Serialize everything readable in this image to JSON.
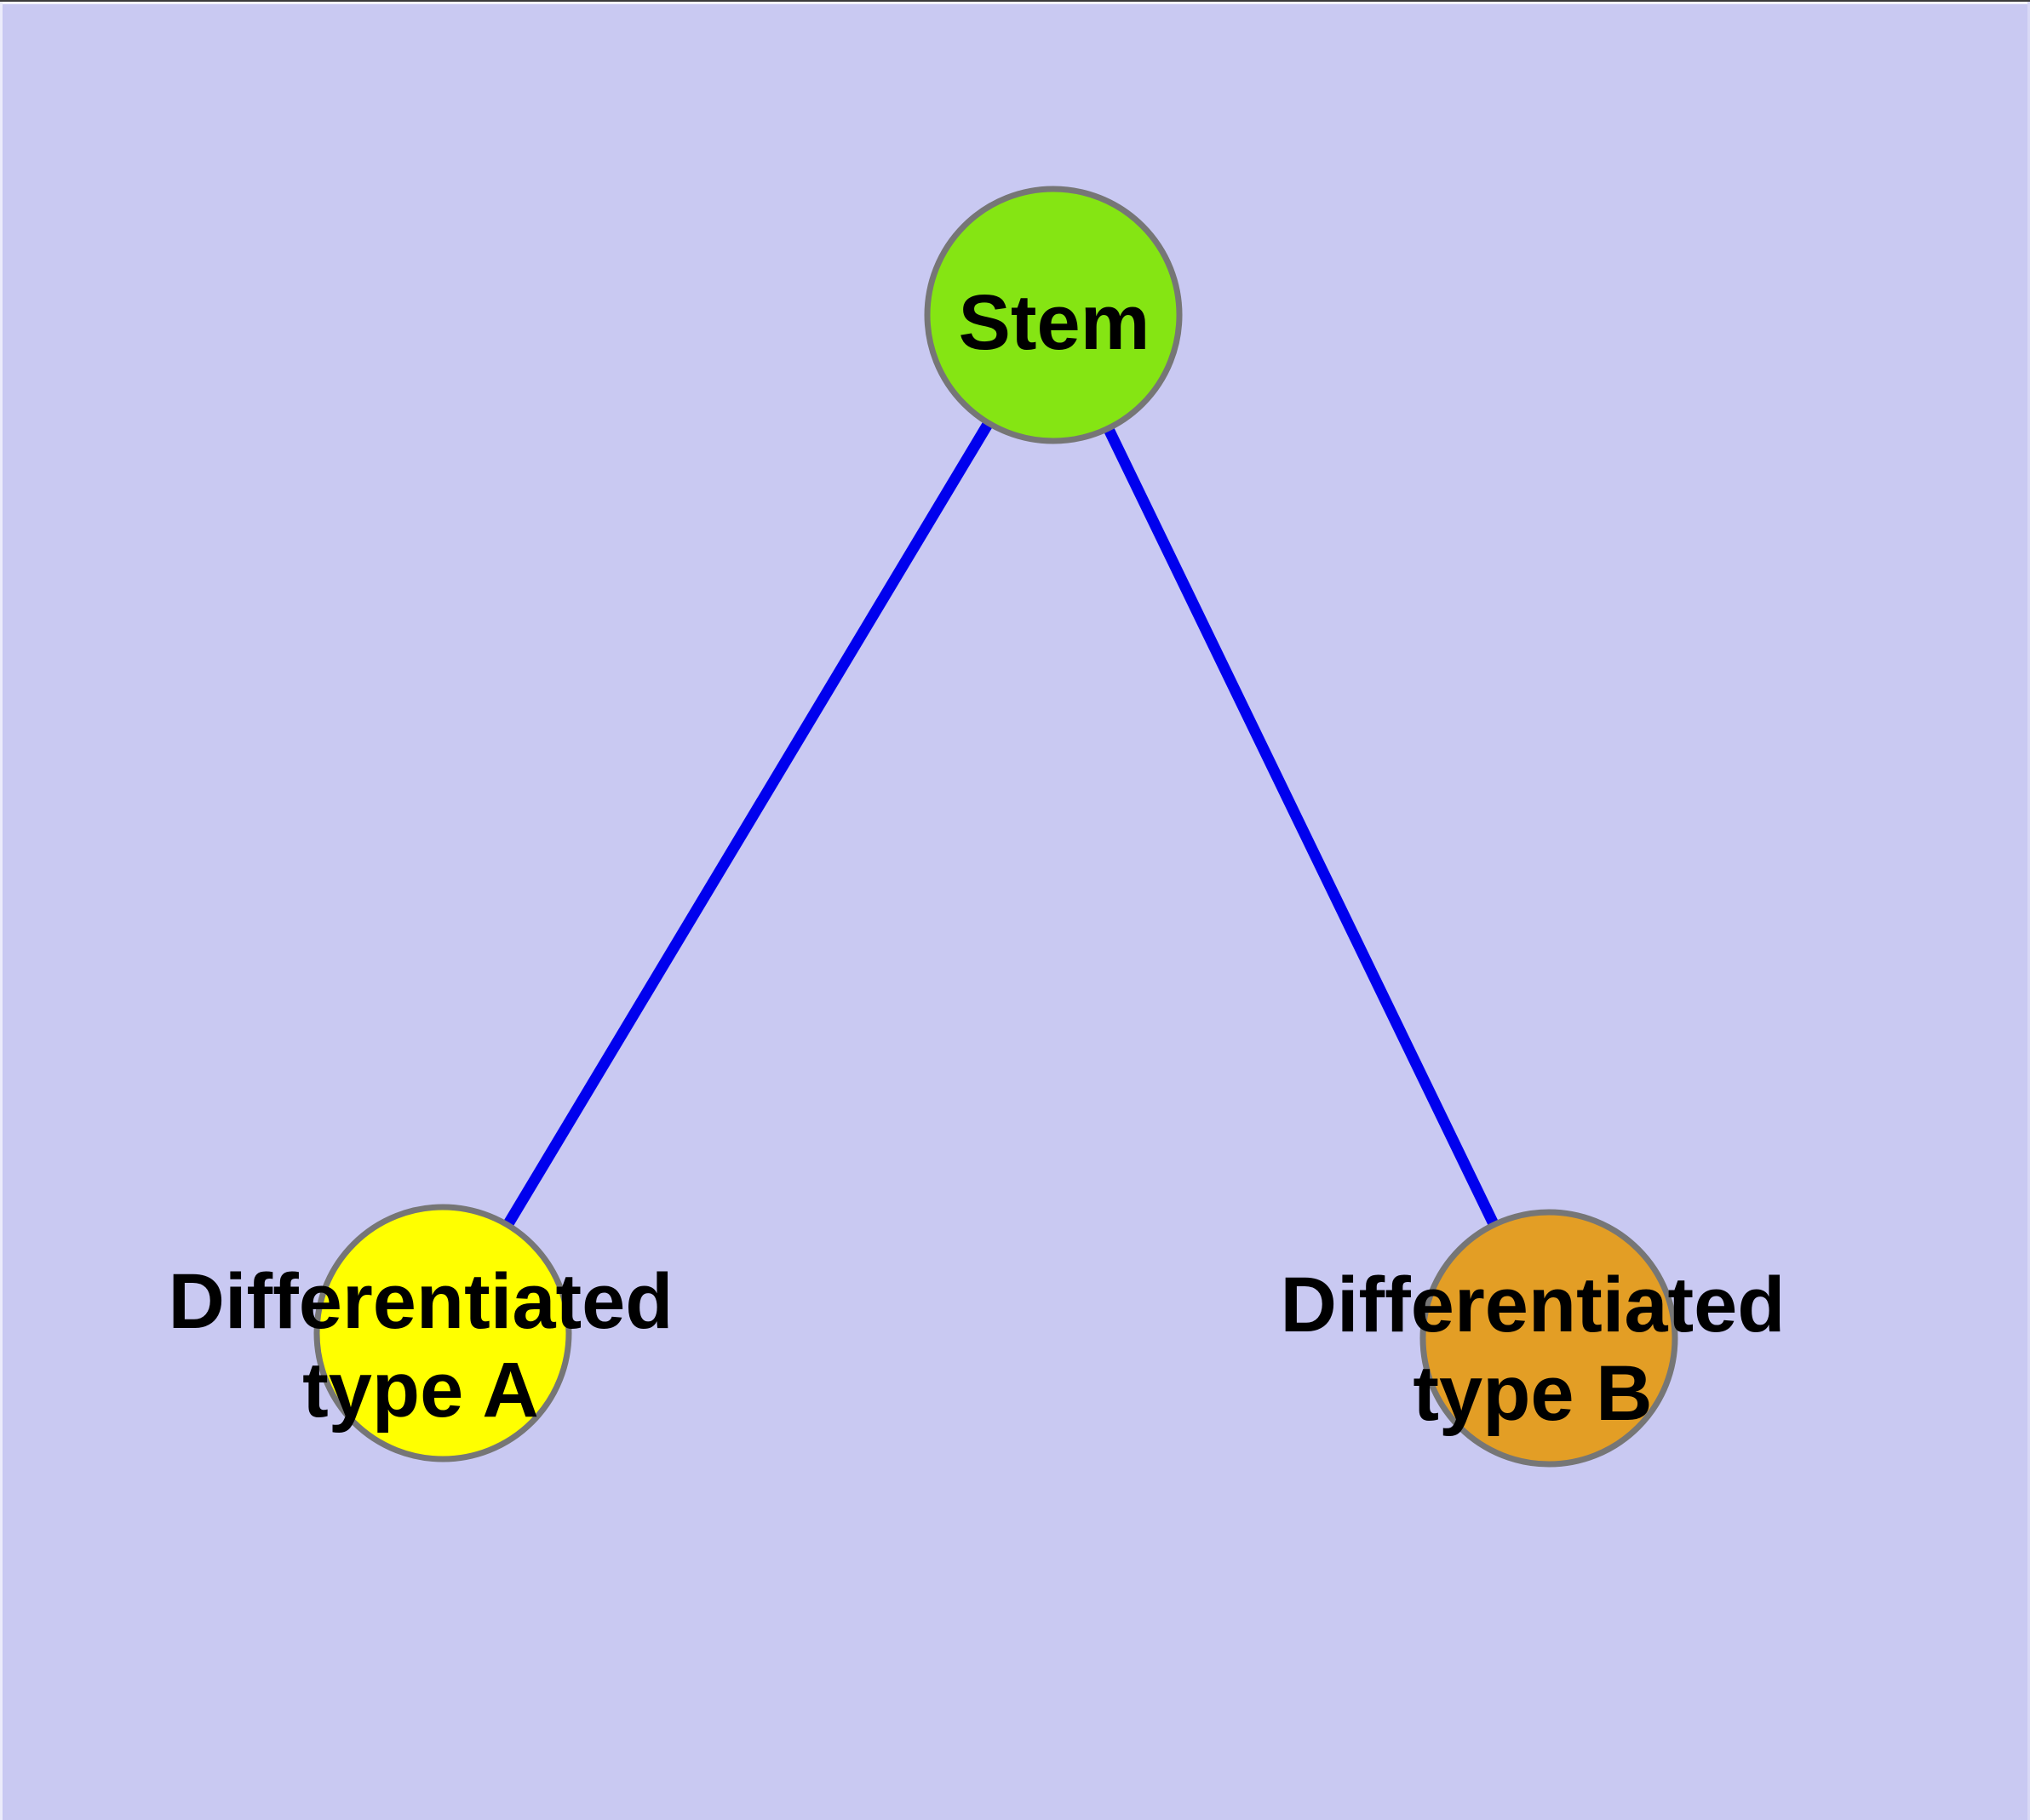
{
  "canvas": {
    "background": "#c9c9f2"
  },
  "graph": {
    "type": "node-link-tree",
    "edge_color": "#0000ee",
    "node_border_color": "#767676",
    "nodes": [
      {
        "id": "stem",
        "label": "Stem",
        "fill": "#85e513"
      },
      {
        "id": "differentiated-type-a",
        "label": "Differentiated\ntype A",
        "fill": "#ffff00"
      },
      {
        "id": "differentiated-type-b",
        "label": "Differentiated\ntype B",
        "fill": "#e39e25"
      }
    ],
    "edges": [
      {
        "from": "stem",
        "to": "differentiated-type-a"
      },
      {
        "from": "stem",
        "to": "differentiated-type-b"
      }
    ]
  }
}
